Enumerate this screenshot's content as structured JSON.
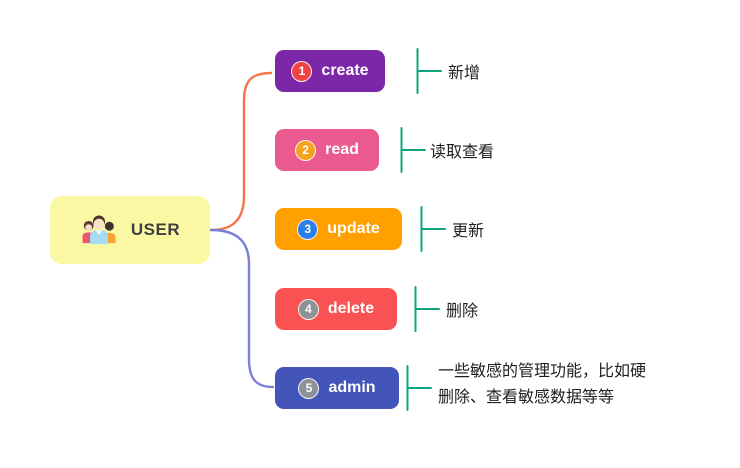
{
  "canvas": {
    "background": "#FFFFFF"
  },
  "root": {
    "label": "USER",
    "icon": "people-group-icon",
    "node_color": "#FAF8A2",
    "label_color": "#3F3F3F"
  },
  "connectors": {
    "upper_color": "#F4764C",
    "lower_color": "#7B80D6"
  },
  "bracket_color": "#0BA57D",
  "annotation_text_color": "#1F1F1F",
  "branches": [
    {
      "number": "1",
      "label": "create",
      "desc": "新增",
      "node_color": "#7B27A8",
      "badge_color": "#F04343"
    },
    {
      "number": "2",
      "label": "read",
      "desc": "读取查看",
      "node_color": "#EB5A8F",
      "badge_color": "#F5A31C"
    },
    {
      "number": "3",
      "label": "update",
      "desc": "更新",
      "node_color": "#FFA000",
      "badge_color": "#2B7DE9"
    },
    {
      "number": "4",
      "label": "delete",
      "desc": "删除",
      "node_color": "#FA5252",
      "badge_color": "#8E9196"
    },
    {
      "number": "5",
      "label": "admin",
      "desc": "一些敏感的管理功能，比如硬删除、查看敏感数据等等",
      "node_color": "#4355B9",
      "badge_color": "#8E9196"
    }
  ]
}
